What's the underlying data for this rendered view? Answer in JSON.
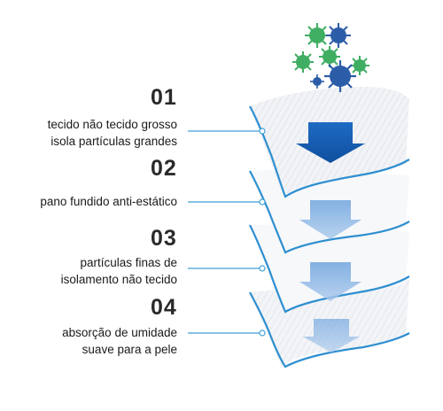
{
  "layers": [
    {
      "number": "01",
      "lines": [
        "tecido não tecido grosso",
        "isola partículas grandes"
      ]
    },
    {
      "number": "02",
      "lines": [
        "pano fundido anti-estático"
      ]
    },
    {
      "number": "03",
      "lines": [
        "partículas finas de",
        "isolamento não tecido"
      ]
    },
    {
      "number": "04",
      "lines": [
        "absorção de umidade",
        "suave para a pele"
      ]
    }
  ],
  "colors": {
    "accent_line": "#3d9fd8",
    "arrow_top": "#1a5fb8",
    "arrow_faded": "#8fb6e3",
    "virus_green": "#3fae63",
    "virus_blue": "#2c5da8",
    "sheet_texture": "#d9dde3"
  },
  "icons": [
    "virus-icon",
    "down-arrow-icon",
    "connector-dot-icon"
  ]
}
